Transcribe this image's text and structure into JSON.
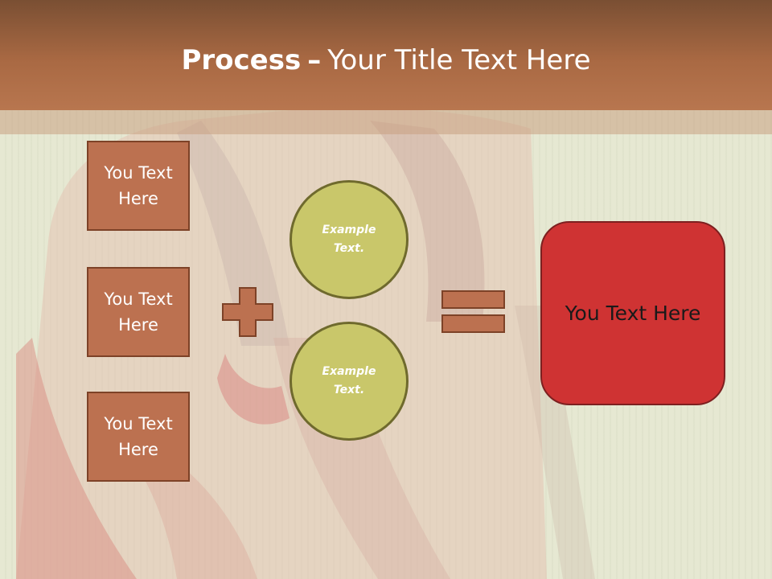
{
  "title": {
    "bold": "Process",
    "separator": "–",
    "rest": "Your Title Text Here"
  },
  "left_boxes": [
    {
      "label": "You Text Here"
    },
    {
      "label": "You Text Here"
    },
    {
      "label": "You Text Here"
    }
  ],
  "circles": [
    {
      "label": "Example Text."
    },
    {
      "label": "Example Text."
    }
  ],
  "result": {
    "label": "You Text Here"
  },
  "icons": {
    "operator_1": "plus-icon",
    "operator_2": "equals-icon"
  },
  "colors": {
    "header": "#a96943",
    "box": "#bc7150",
    "circle": "#c9c76a",
    "result": "#cf3333"
  }
}
